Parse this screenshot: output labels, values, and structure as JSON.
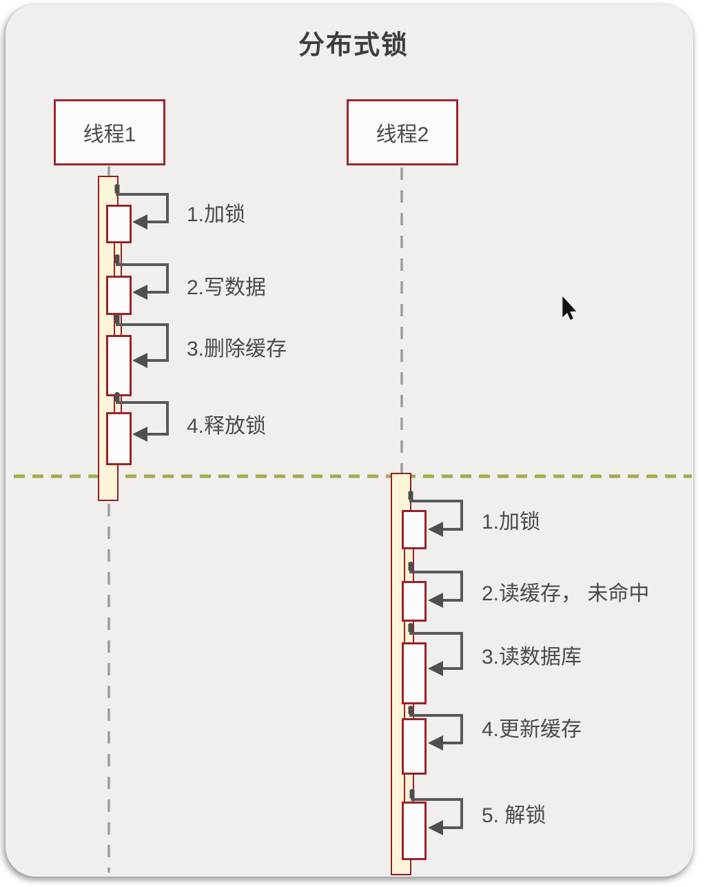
{
  "title": "分布式锁",
  "diagram_type": "sequence-diagram",
  "actors": [
    {
      "label": "线程1"
    },
    {
      "label": "线程2"
    }
  ],
  "threads": [
    {
      "actor": "线程1",
      "messages": [
        {
          "label": "1.加锁"
        },
        {
          "label": "2.写数据"
        },
        {
          "label": "3.删除缓存"
        },
        {
          "label": "4.释放锁"
        }
      ]
    },
    {
      "actor": "线程2",
      "messages": [
        {
          "label": "1.加锁"
        },
        {
          "label": "2.读缓存， 未命中"
        },
        {
          "label": "3.读数据库"
        },
        {
          "label": "4.更新缓存"
        },
        {
          "label": "5. 解锁"
        }
      ]
    }
  ],
  "separator": {
    "style": "dashed",
    "color": "#a9a94e"
  },
  "icons": {
    "pointer": "arrow-cursor"
  },
  "colors": {
    "activation_fill": "#fcf5d7",
    "activation_border": "#8e2026",
    "actor_border": "#9d242e",
    "arrow": "#58585a",
    "lifeline": "#9c9c9c",
    "text": "#4a4a4a",
    "title_text": "#3d3d3d",
    "panel_background": "#f0efee"
  }
}
